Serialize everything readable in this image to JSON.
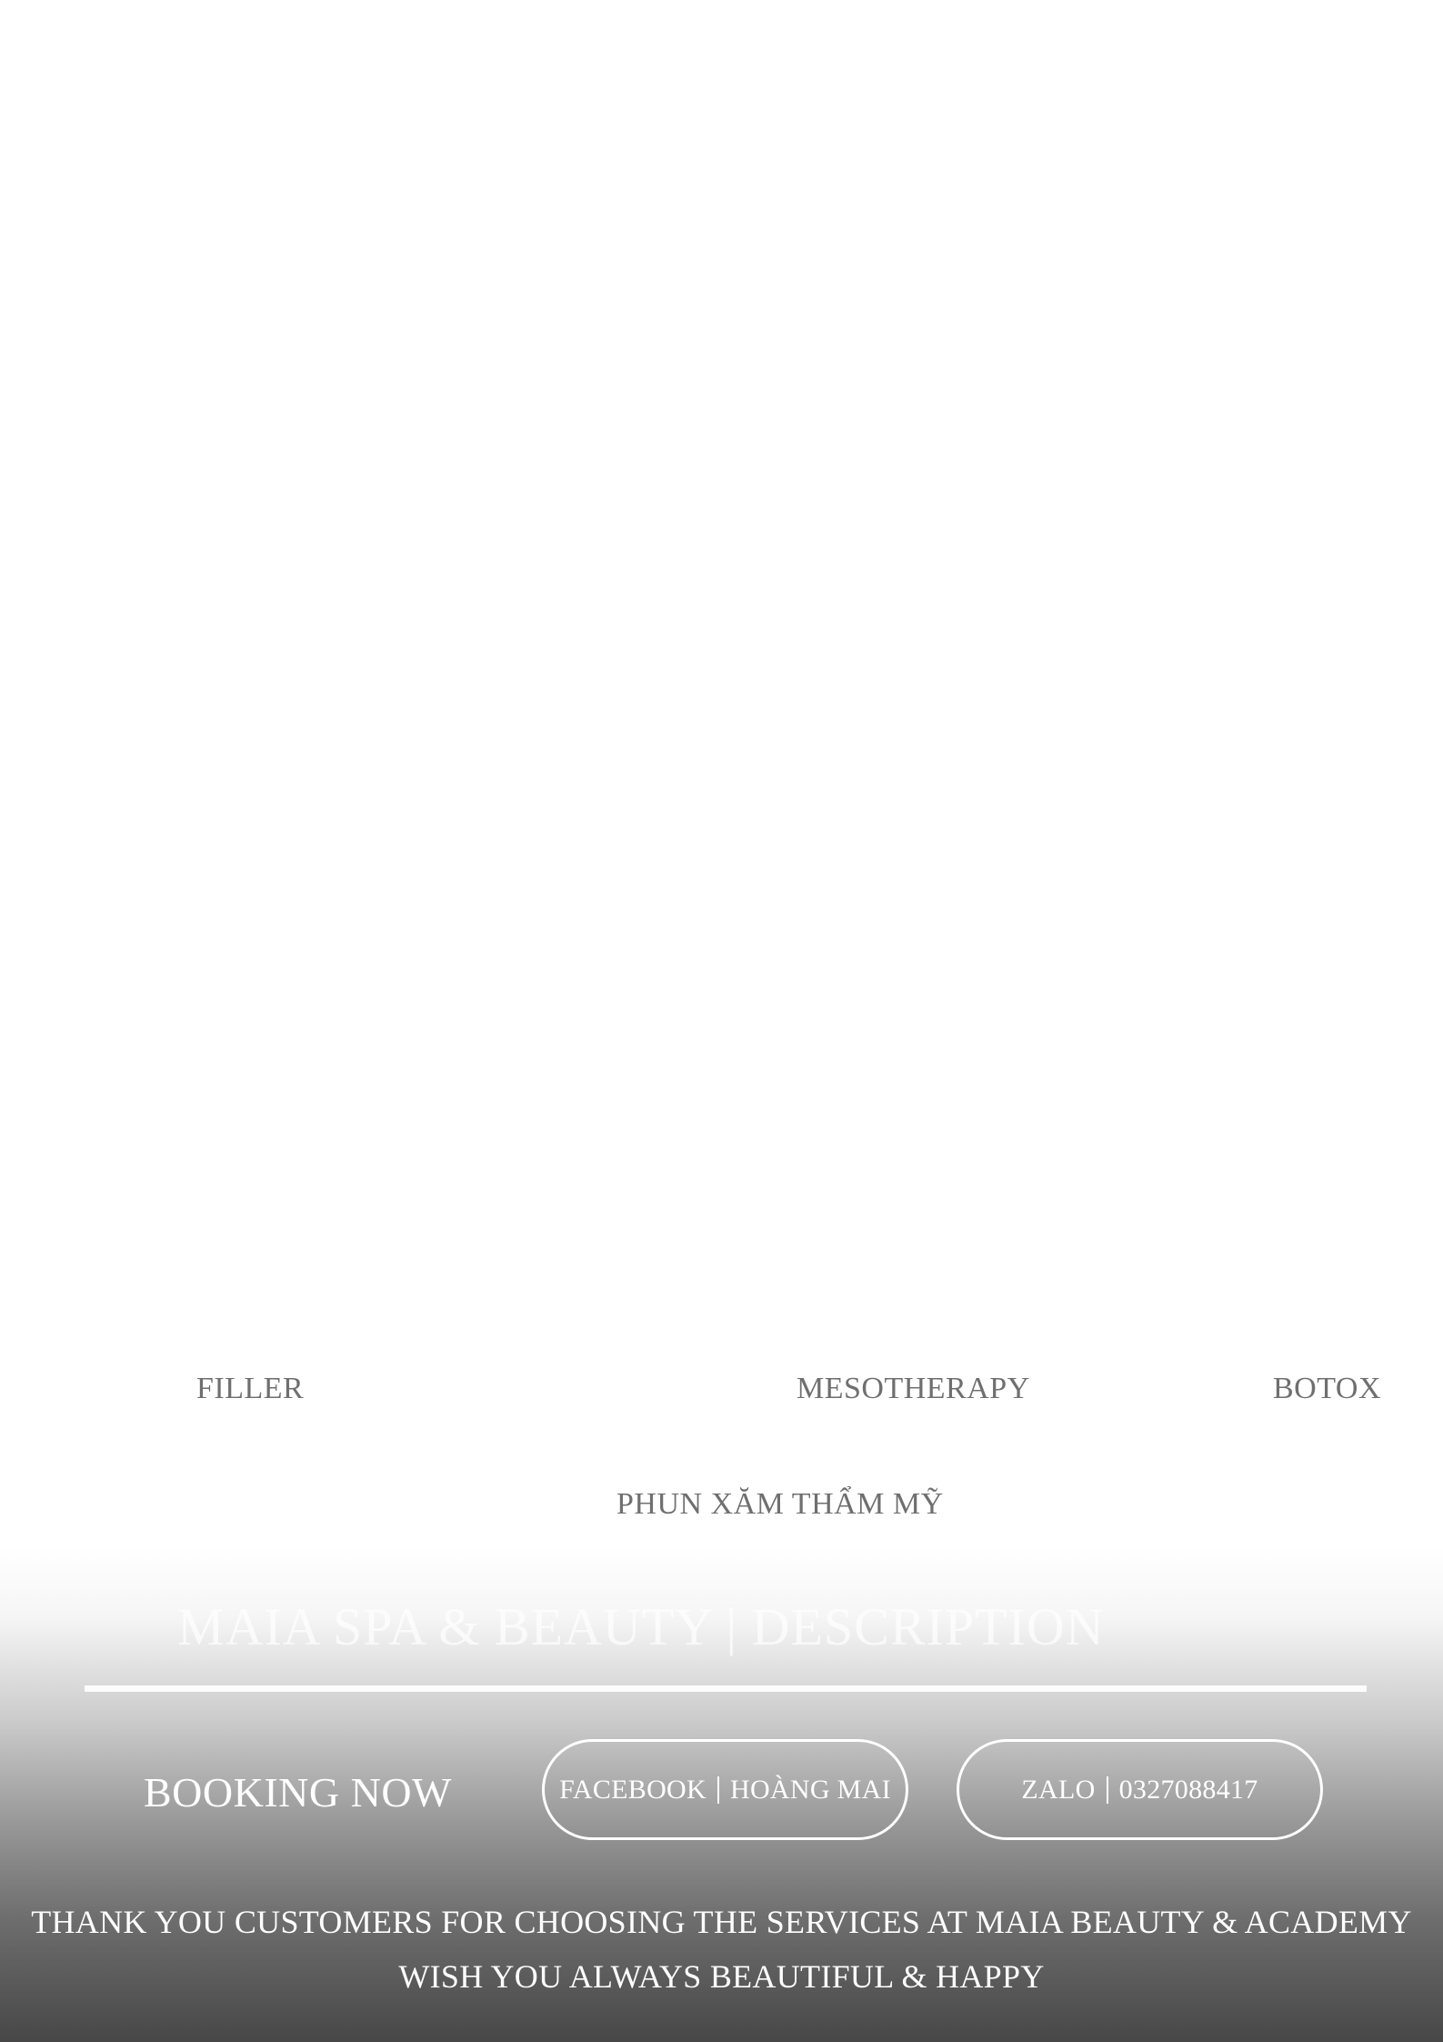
{
  "services": {
    "filler": "FILLER",
    "mesotherapy": "MESOTHERAPY",
    "botox": "BOTOX",
    "phun_xam": "PHUN XĂM THẨM MỸ"
  },
  "brand": {
    "line": "MAIA SPA & BEAUTY | DESCRIPTION"
  },
  "contact": {
    "booking_label": "BOOKING NOW",
    "facebook_label": "FACEBOOK",
    "facebook_value": "HOÀNG MAI",
    "zalo_label": "ZALO",
    "zalo_value": "0327088417"
  },
  "footer": {
    "thanks_line_1": "THANK YOU CUSTOMERS FOR CHOOSING THE SERVICES AT MAIA BEAUTY & ACADEMY",
    "thanks_line_2": "WISH YOU ALWAYS BEAUTIFUL & HAPPY"
  },
  "colors": {
    "service_text": "#6f6f6f",
    "footer_dark": "#474747",
    "text_light": "#ffffff"
  }
}
